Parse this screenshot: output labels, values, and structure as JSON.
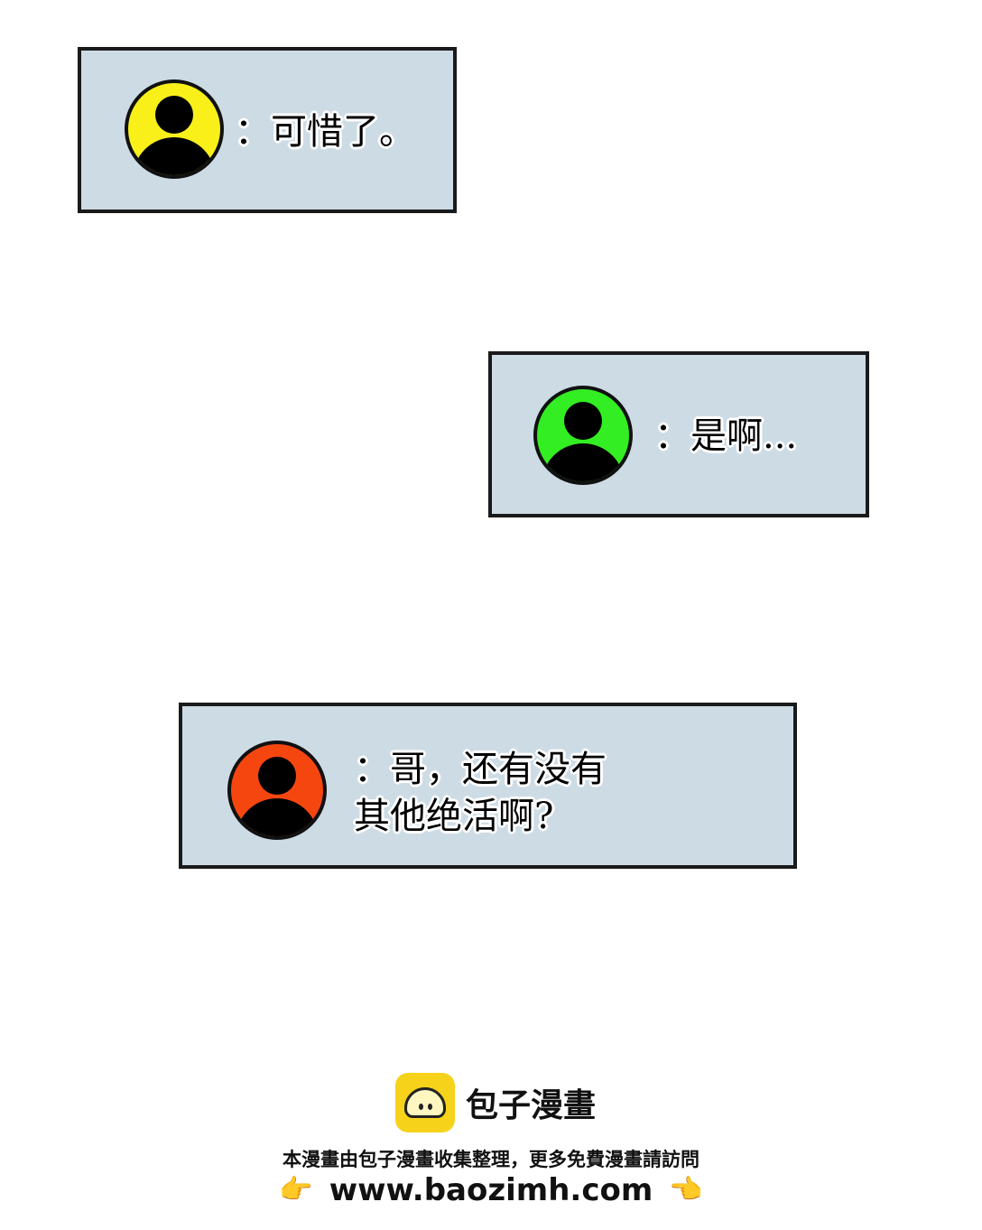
{
  "panels": [
    {
      "avatar_color": "#f9f01a",
      "lines": [
        "：可惜了。"
      ]
    },
    {
      "avatar_color": "#33ee22",
      "lines": [
        "：是啊..."
      ]
    },
    {
      "avatar_color": "#f6460f",
      "lines": [
        "：哥，还有没有",
        "其他绝活啊?"
      ]
    }
  ],
  "footer": {
    "logo_icon": "steamed-bun-icon",
    "logo_text": "包子漫畫",
    "note": "本漫畫由包子漫畫收集整理，更多免費漫畫請訪問",
    "url": "www.baozimh.com",
    "hand_left": "👉",
    "hand_right": "👈"
  }
}
